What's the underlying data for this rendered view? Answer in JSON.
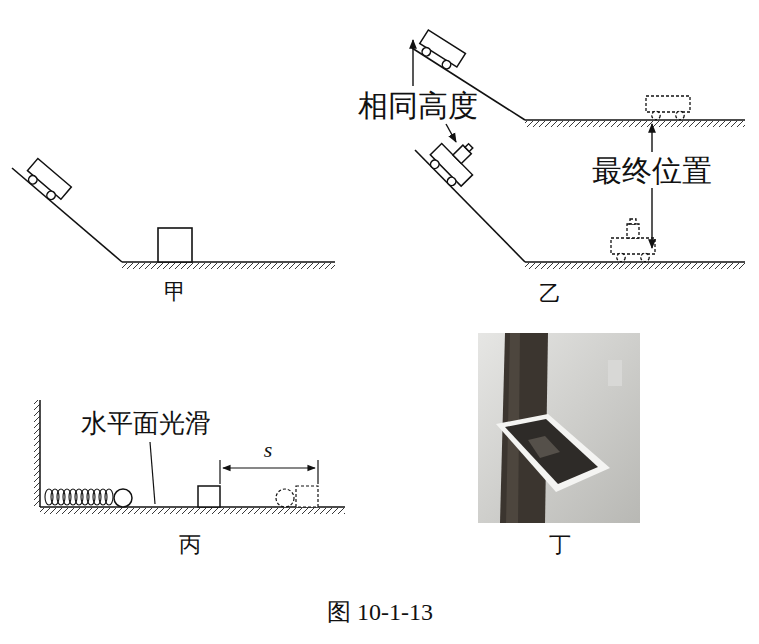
{
  "diagram": {
    "caption": "图 10-1-13",
    "labels": [
      "相同高度",
      "最终位置",
      "甲",
      "乙",
      "水平面光滑",
      "s",
      "丙",
      "丁"
    ]
  }
}
